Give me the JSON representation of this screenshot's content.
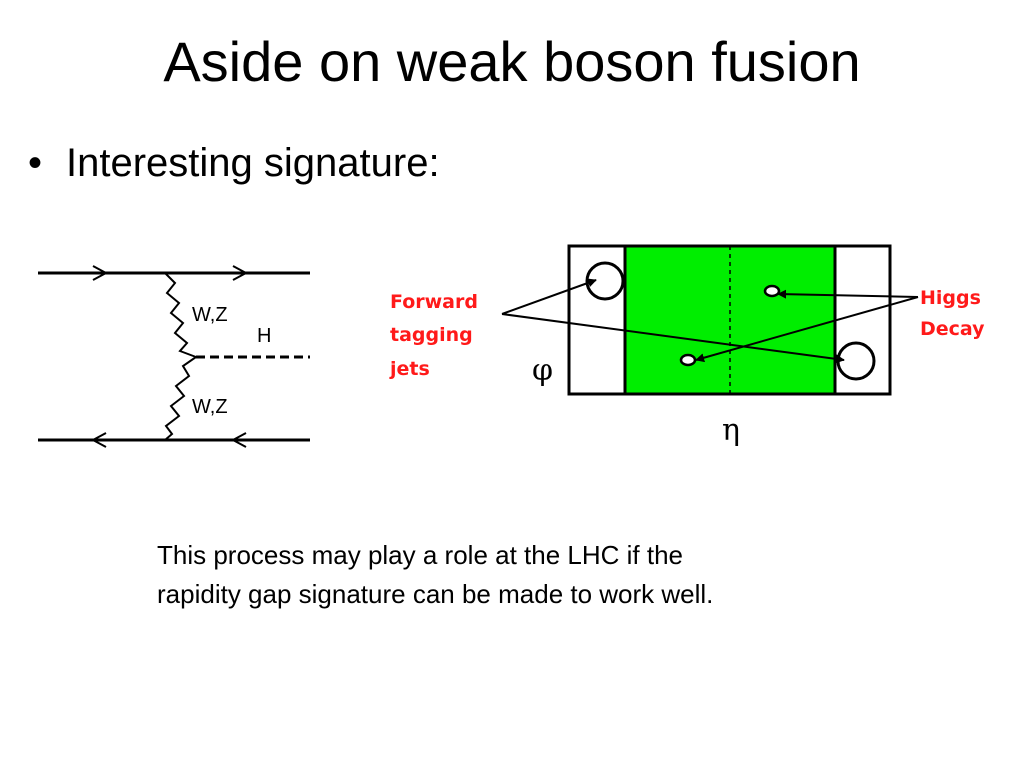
{
  "slide": {
    "title": "Aside on weak boson fusion",
    "bullet_symbol": "•",
    "bullet_text": "Interesting signature:"
  },
  "feynman": {
    "upper_boson_label": "W,Z",
    "lower_boson_label": "W,Z",
    "higgs_label": "H"
  },
  "detector": {
    "forward_label_lines": [
      "Forward",
      "tagging",
      "jets"
    ],
    "higgs_label_lines": [
      "Higgs",
      "Decay"
    ],
    "phi_symbol": "φ",
    "eta_symbol": "η",
    "colors": {
      "central_region": "#00ee00",
      "annotation_text": "#ff1a1a"
    }
  },
  "caption": {
    "line1": "This process may play a role at the LHC if the",
    "line2": "rapidity gap signature can be made to work well."
  }
}
